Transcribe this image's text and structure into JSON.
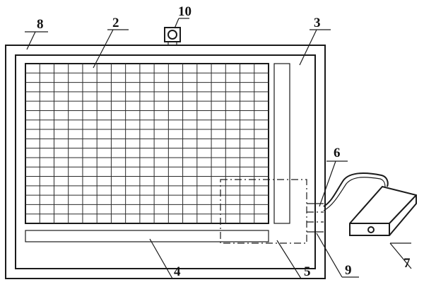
{
  "diagram": {
    "labels": {
      "outer_frame": "8",
      "grid_panel": "2",
      "side_region": "3",
      "bottom_strip": "4",
      "dashed_module": "5",
      "connector_upper": "6",
      "battery_box": "7",
      "connector_lower": "9",
      "top_button": "10"
    },
    "grid": {
      "columns": 17,
      "rows": 17
    }
  }
}
